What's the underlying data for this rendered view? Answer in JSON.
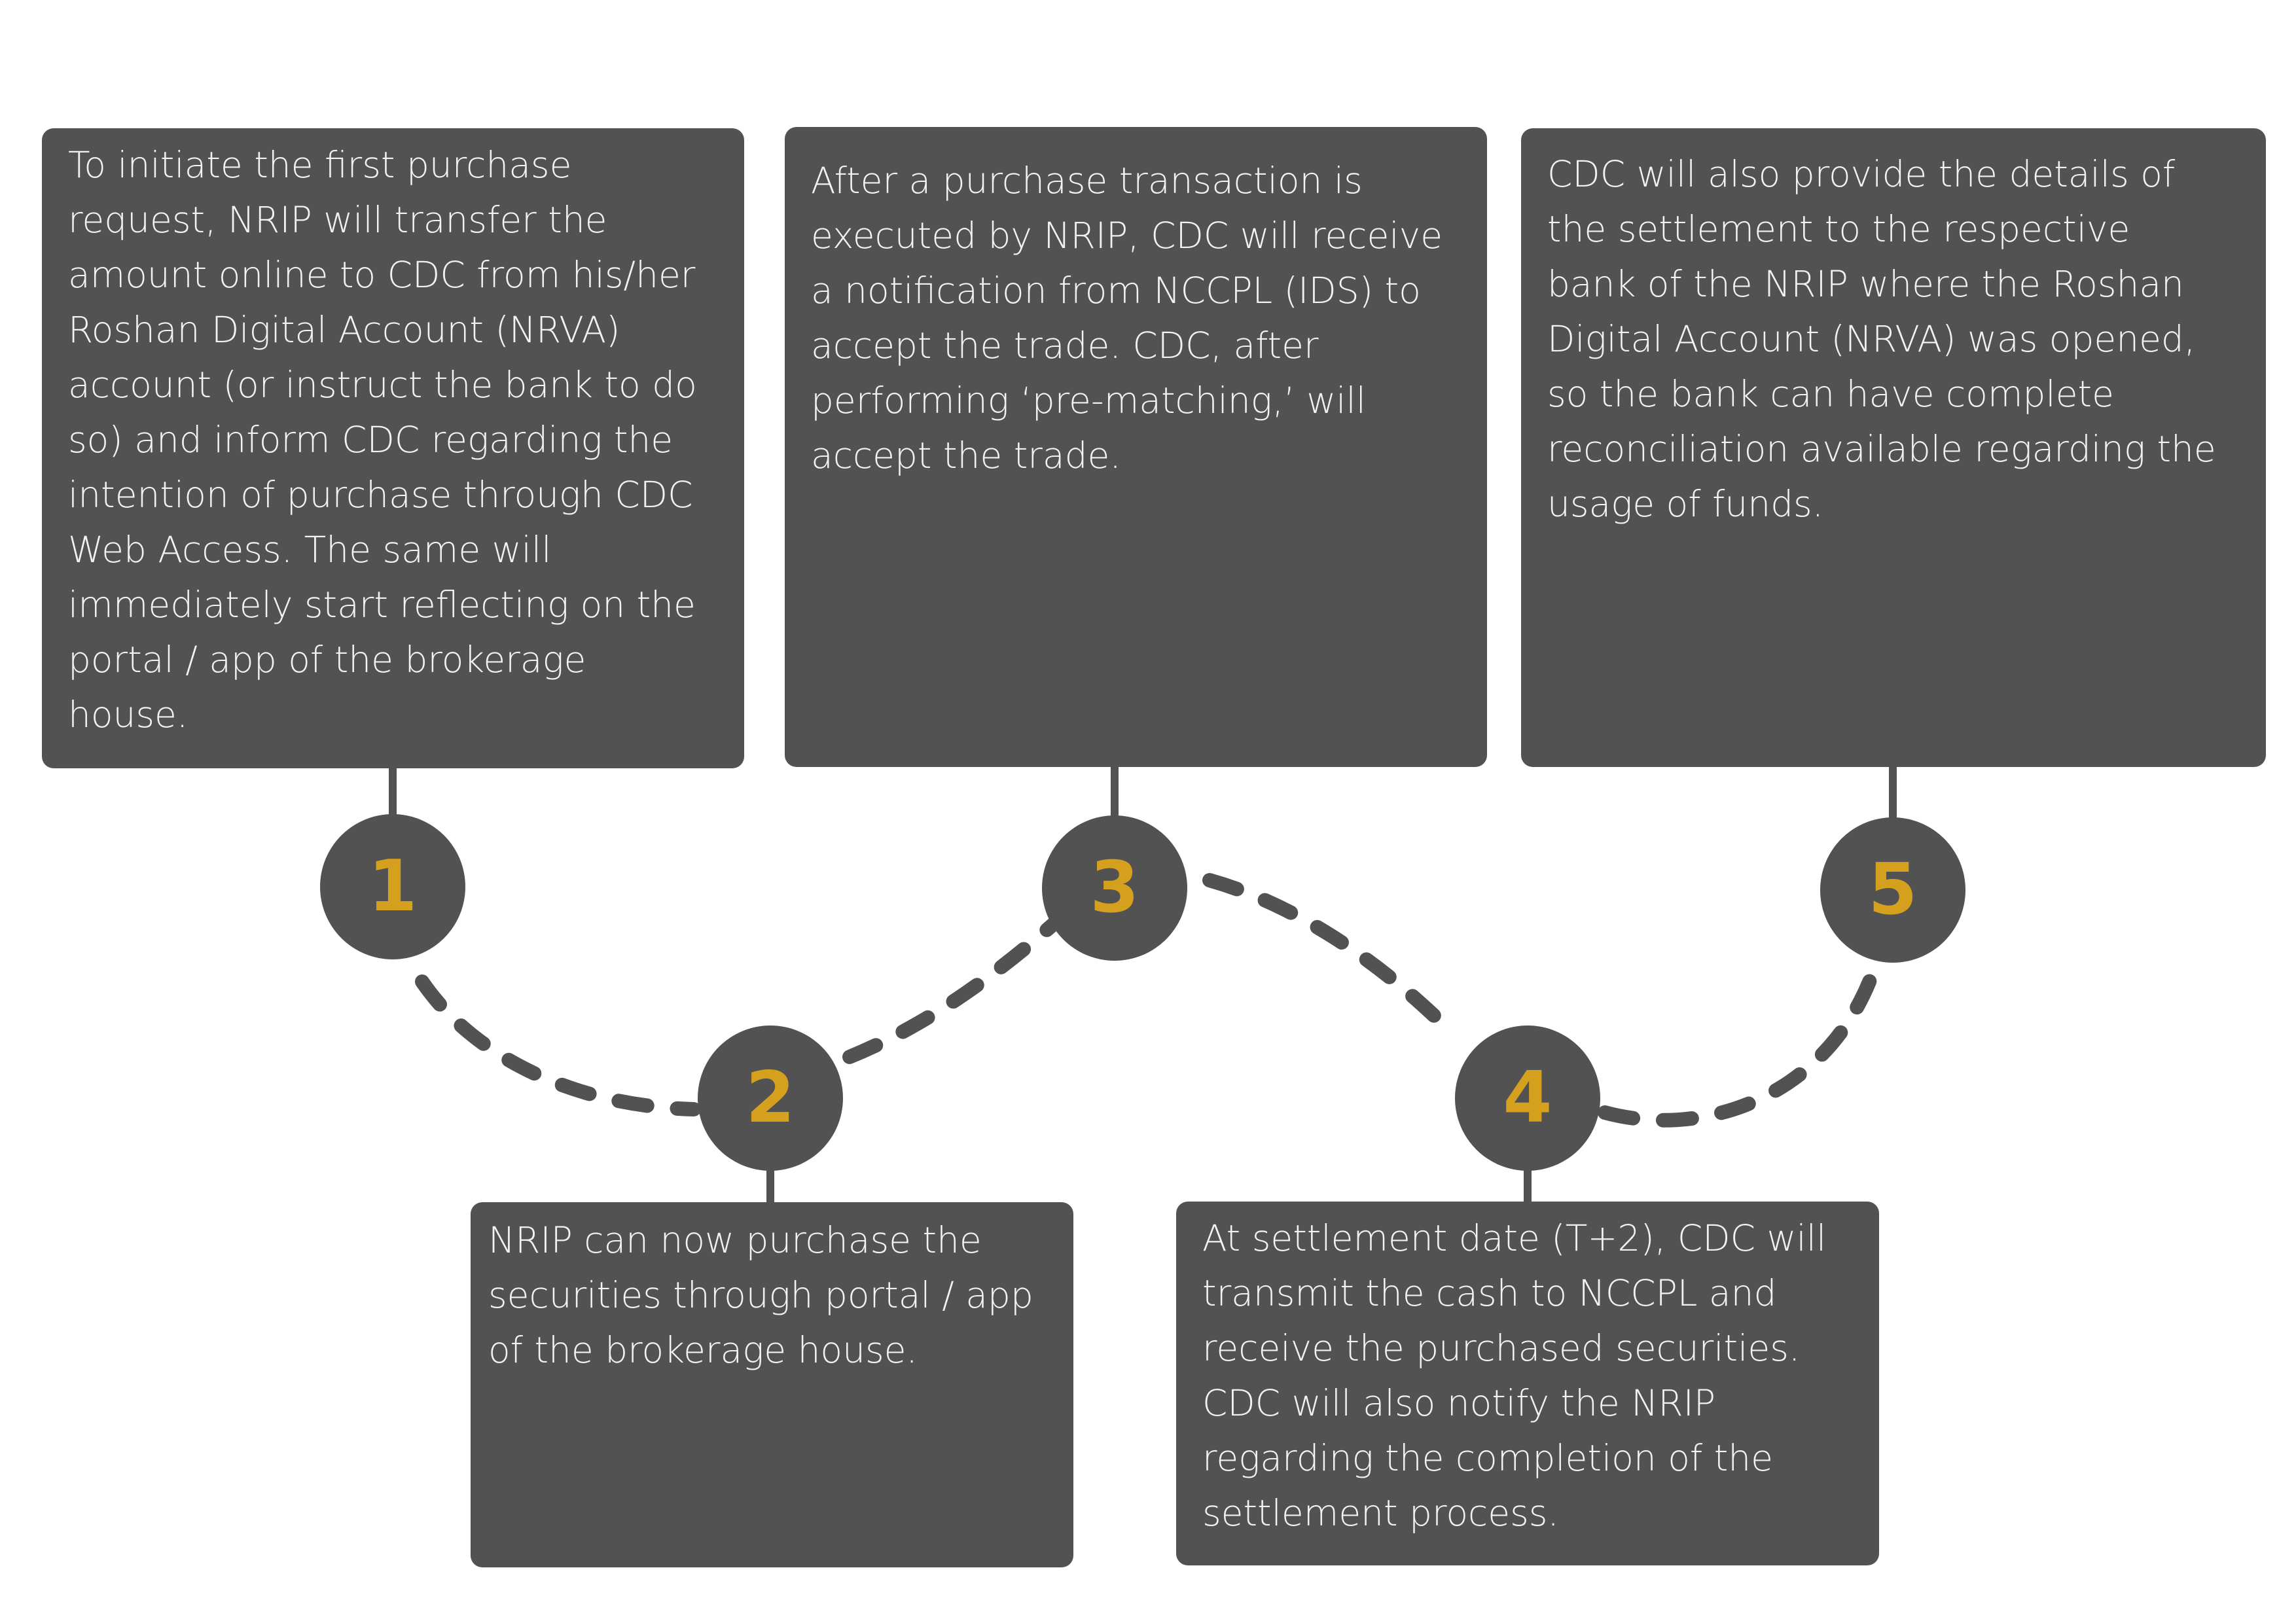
{
  "steps": [
    {
      "number": "1",
      "text": "To initiate the first purchase\nrequest, NRIP will transfer the\namount online to CDC from his/her\nRoshan Digital Account (NRVA)\naccount (or instruct the bank to do\nso) and inform CDC regarding the\nintention of purchase through CDC\nWeb Access. The same will\nimmediately start reflecting on the\nportal / app of the brokerage\nhouse."
    },
    {
      "number": "2",
      "text": "NRIP can now purchase the\nsecurities through portal / app\nof the brokerage house."
    },
    {
      "number": "3",
      "text": "After a purchase transaction is\nexecuted by NRIP, CDC will receive\na notification from NCCPL (IDS) to\naccept the trade. CDC, after\nperforming ‘pre-matching,’ will\naccept the trade."
    },
    {
      "number": "4",
      "text": "At settlement date (T+2), CDC will\ntransmit the cash to NCCPL and\nreceive the purchased securities.\nCDC will also notify the NRIP\nregarding the completion of the\nsettlement process."
    },
    {
      "number": "5",
      "text": "CDC will also provide the details of\nthe settlement to the respective\nbank of the NRIP where the Roshan\nDigital Account (NRVA) was opened,\nso the bank can have complete\nreconciliation available regarding the\nusage of funds."
    }
  ],
  "colors": {
    "box_fill": "#525252",
    "box_text": "#f2f2f2",
    "number_text": "#d4a01e",
    "connector": "#525252"
  }
}
